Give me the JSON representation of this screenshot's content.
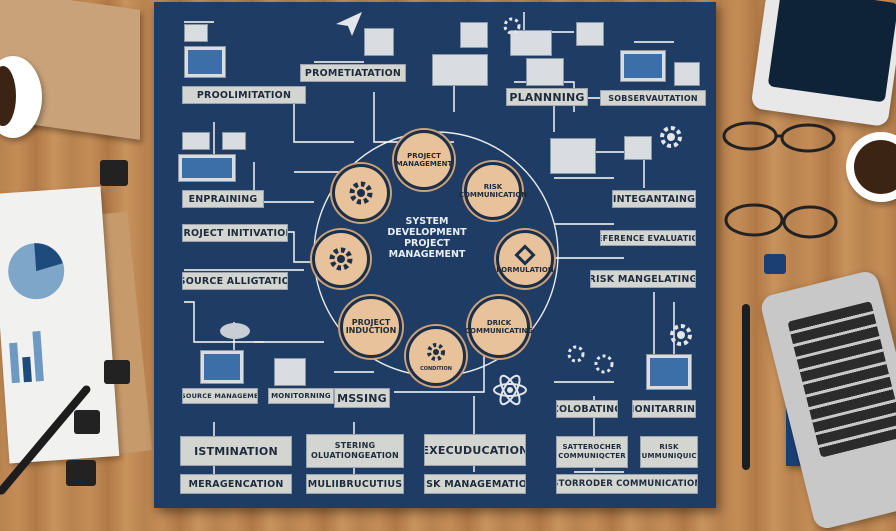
{
  "diagram": {
    "center": [
      "SYSTEM",
      "DEVELOPMENT",
      "PROJECT",
      "MANAGEMENT"
    ],
    "nodes": [
      {
        "label": "PROJECT MANAGEMENT"
      },
      {
        "label": "RISK COMMUNICATION"
      },
      {
        "label": "FORMULATION"
      },
      {
        "label": "PROJECT INDUCTION"
      },
      {
        "label": "DRICK COMMUNICATING"
      },
      {
        "label": "CONDITION"
      }
    ],
    "labels": {
      "prometiation": "PROMETIATATION",
      "proolimitation": "PROOLIMITATION",
      "planning": "PLANNNING",
      "sobservation": "SOBSERVAUTATION",
      "enpraining": "ENPRAINING",
      "project_initiation": "PROJECT INITIVATION",
      "esource_allegation": "ESOURCE ALLIGTATION",
      "integrating": "INTEGANTAING",
      "reference": "REFERENCE EVALUATION",
      "risk_management_top": "RISK MANGELATING",
      "resource_management": "RESOURCE MANAGEMENT",
      "monitoring_small": "MONITORNING",
      "missing": "MSSING",
      "collaborating": "COLOBATING",
      "monitarring": "MONITARRING",
      "istimination": "ISTMINATION",
      "steering": "STERING OLUATIONGEATION",
      "execuducation": "EXECUDUCATION",
      "satterotcher": "SATTEROCHER COMMUNIQCTER",
      "risk_cummunication": "RISK CUMMUNIQUICT",
      "meragencation": "MERAGENCATION",
      "mulibrucutius": "MULIIBRUCUTIUS",
      "risk_management_bottom": "RISK MANAGEMATION",
      "storroder": "STORRODER COMMUNICATION"
    }
  }
}
